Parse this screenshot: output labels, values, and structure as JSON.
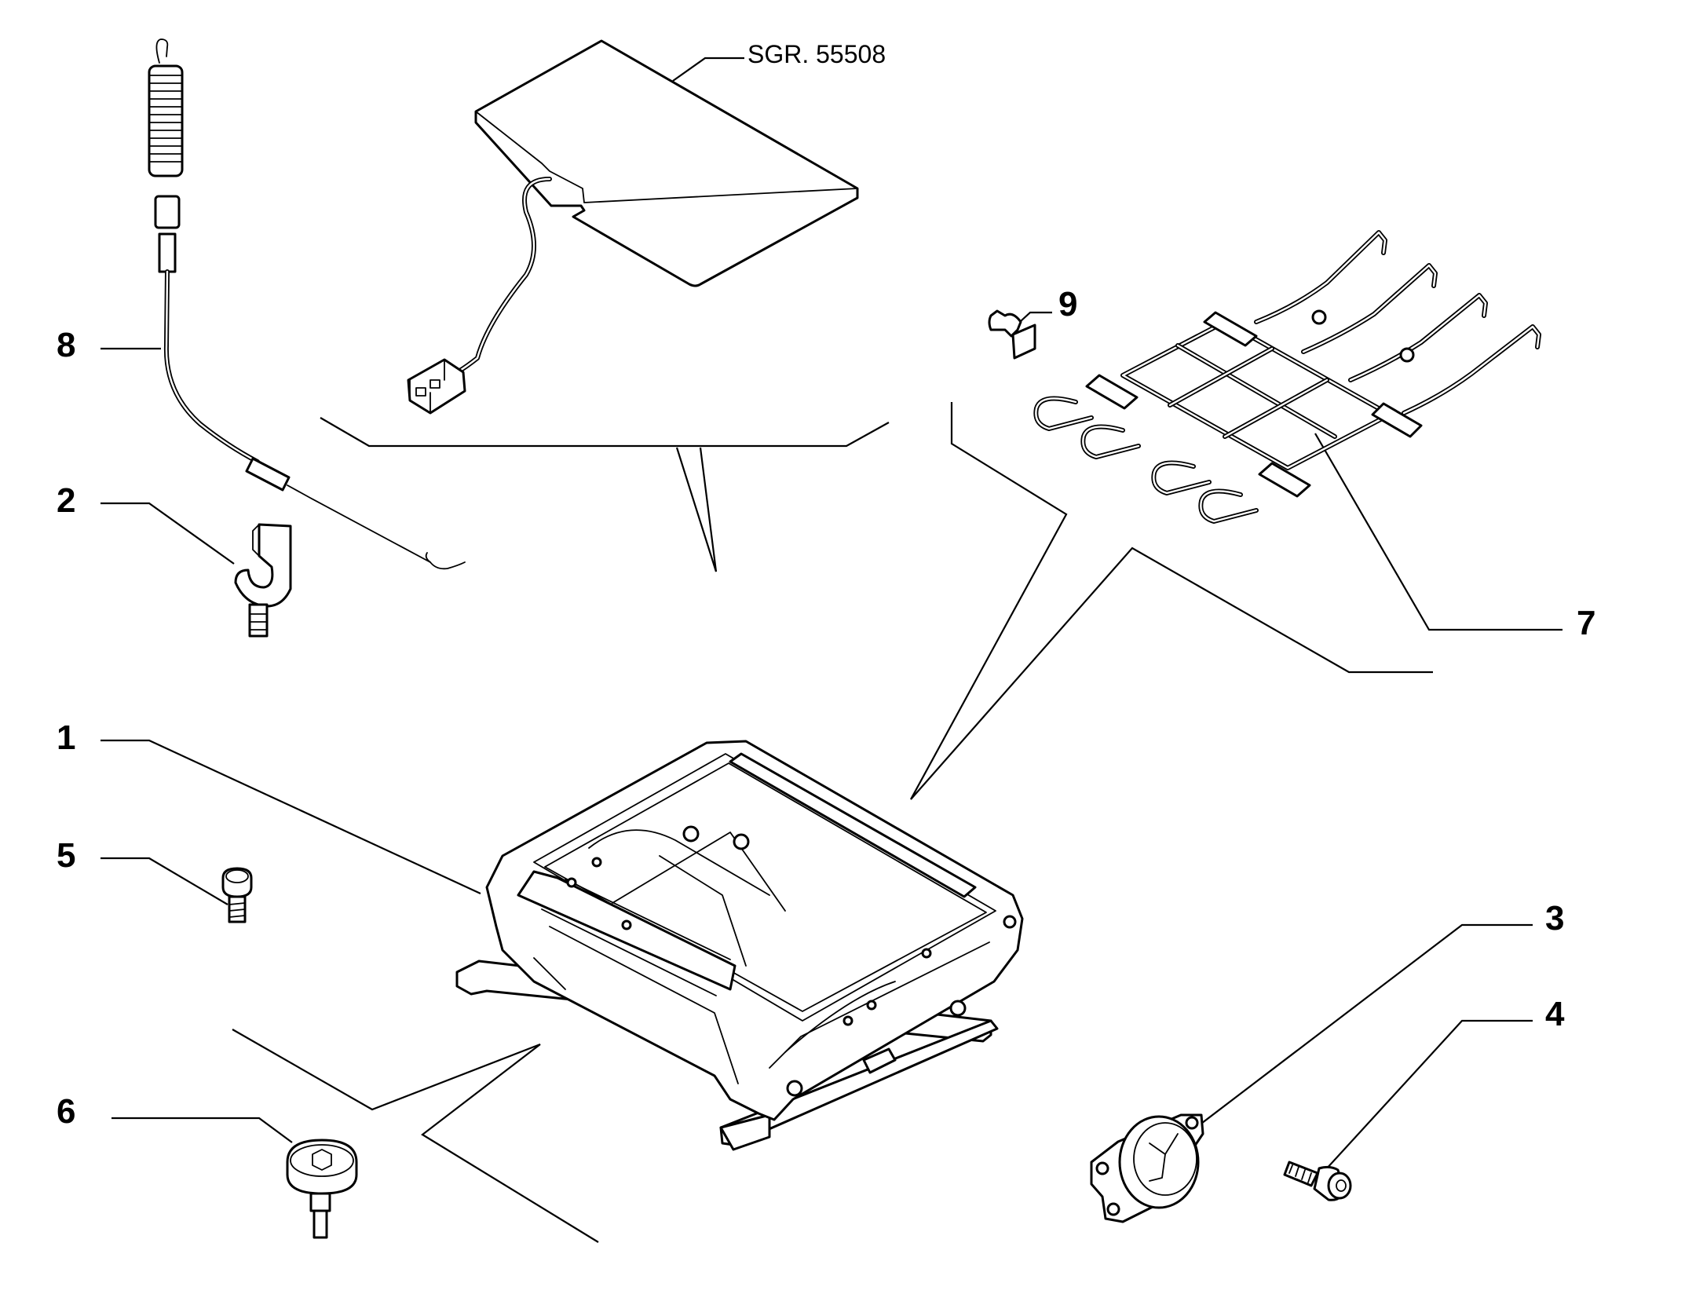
{
  "diagram": {
    "reference_label": "SGR. 55508",
    "callouts": [
      {
        "id": "1",
        "label": "1"
      },
      {
        "id": "2",
        "label": "2"
      },
      {
        "id": "3",
        "label": "3"
      },
      {
        "id": "4",
        "label": "4"
      },
      {
        "id": "5",
        "label": "5"
      },
      {
        "id": "6",
        "label": "6"
      },
      {
        "id": "7",
        "label": "7"
      },
      {
        "id": "8",
        "label": "8"
      },
      {
        "id": "9",
        "label": "9"
      }
    ]
  }
}
